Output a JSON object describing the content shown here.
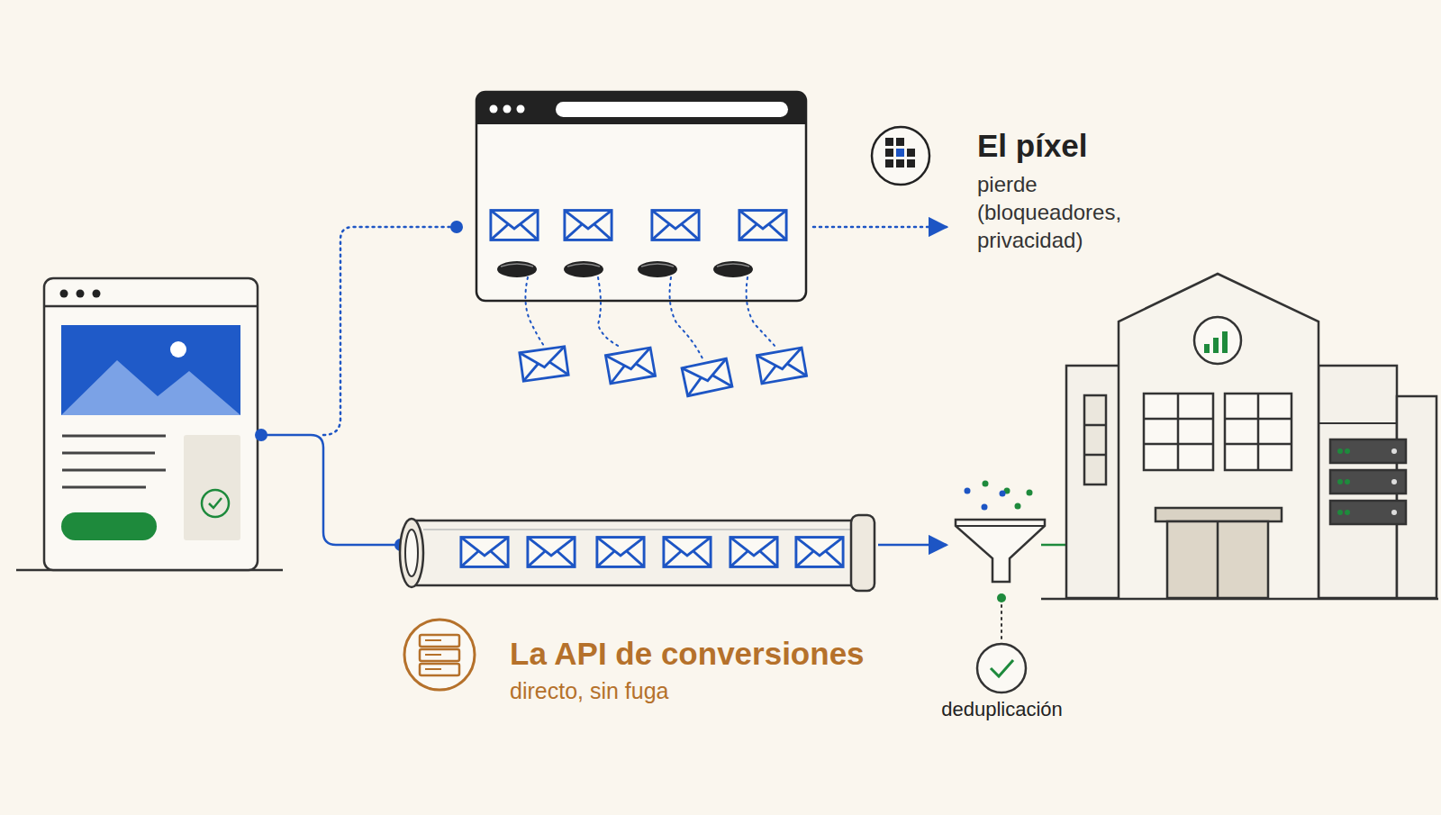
{
  "diagram": {
    "nodes": [
      {
        "text": [
          "El píxel",
          "pierde (bloqueadores, privacidad)"
        ]
      },
      {
        "text": [
          "La API de conversiones",
          "directo, sin fuga"
        ]
      },
      {
        "text": [
          "deduplicación"
        ]
      }
    ]
  }
}
